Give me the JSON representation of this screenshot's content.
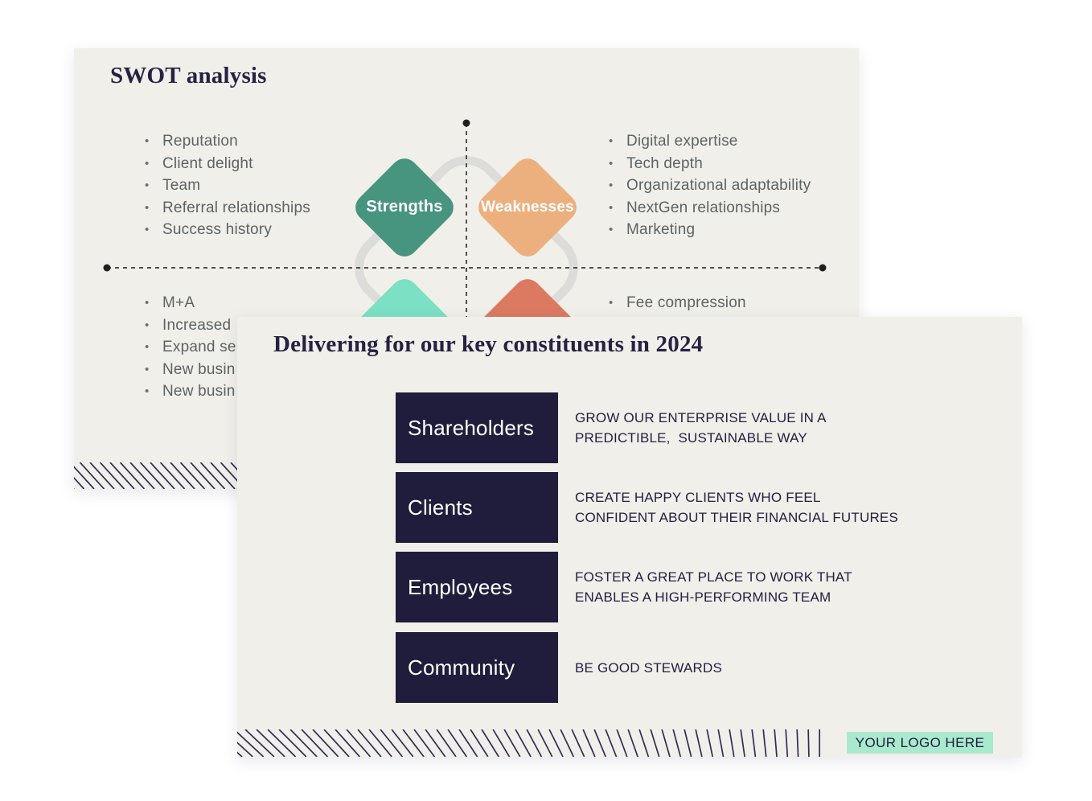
{
  "colors": {
    "slide_bg": "#F1EFE9",
    "title_navy": "#262243",
    "box_navy": "#201C3B",
    "bullet_gray": "#5B6366",
    "strengths": "#47947F",
    "weaknesses": "#ECB07F",
    "opportunities": "#7BE0C4",
    "threats": "#DC7A61",
    "curve_gray": "#DCDCDA",
    "crosshair_black": "#1F1F1F",
    "logo_bg": "#A9EACE",
    "hatch": "#312C55"
  },
  "swot_slide": {
    "title": "SWOT analysis",
    "strengths_label": "Strengths",
    "weaknesses_label": "Weaknesses",
    "strengths_items": [
      "Reputation",
      "Client delight",
      "Team",
      "Referral relationships",
      "Success history"
    ],
    "weaknesses_items": [
      "Digital expertise",
      "Tech depth",
      "Organizational adaptability",
      "NextGen relationships",
      "Marketing"
    ],
    "opportunities_items": [
      "M+A",
      "Increased",
      "Expand ser",
      "New busin",
      "New busin"
    ],
    "threats_items": [
      "Fee compression"
    ]
  },
  "constituents_slide": {
    "title": "Delivering for our key constituents in 2024",
    "rows": [
      {
        "label": "Shareholders",
        "desc": "GROW OUR ENTERPRISE VALUE IN A\nPREDICTIBLE,  SUSTAINABLE WAY"
      },
      {
        "label": "Clients",
        "desc": "CREATE HAPPY CLIENTS WHO FEEL\nCONFIDENT ABOUT THEIR FINANCIAL FUTURES"
      },
      {
        "label": "Employees",
        "desc": "FOSTER A GREAT PLACE TO WORK THAT\nENABLES A HIGH-PERFORMING TEAM"
      },
      {
        "label": "Community",
        "desc": "BE GOOD STEWARDS"
      }
    ],
    "logo_text": "YOUR LOGO HERE"
  }
}
